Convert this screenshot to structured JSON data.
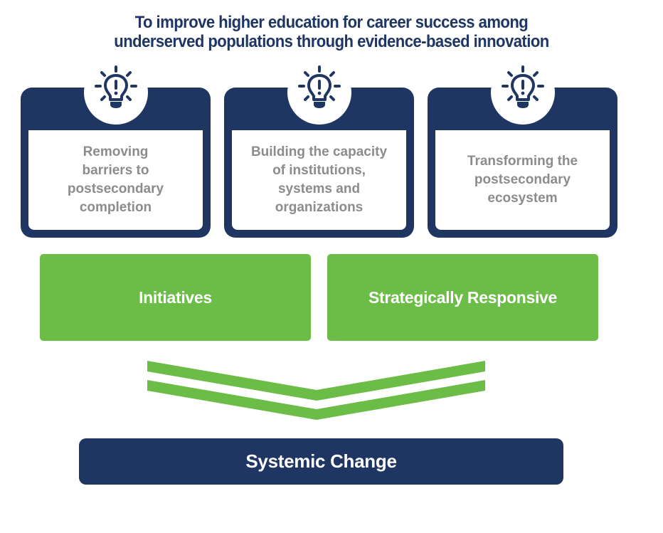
{
  "title": {
    "line1": "To improve higher education for career success among",
    "line2": "underserved populations through evidence-based innovation"
  },
  "pillars": [
    {
      "icon": "lightbulb-icon",
      "lines": [
        "Removing",
        "barriers to",
        "postsecondary",
        "completion"
      ]
    },
    {
      "icon": "lightbulb-icon",
      "lines": [
        "Building the capacity",
        "of institutions,",
        "systems and",
        "organizations"
      ]
    },
    {
      "icon": "lightbulb-icon",
      "lines": [
        "Transforming the",
        "postsecondary",
        "ecosystem"
      ]
    }
  ],
  "approaches": [
    {
      "label": "Initiatives"
    },
    {
      "label": "Strategically Responsive"
    }
  ],
  "outcome": {
    "label": "Systemic Change"
  },
  "colors": {
    "navy": "#1f3663",
    "green": "#6cbd47",
    "gray_text": "#8c8c8c",
    "white": "#ffffff"
  }
}
